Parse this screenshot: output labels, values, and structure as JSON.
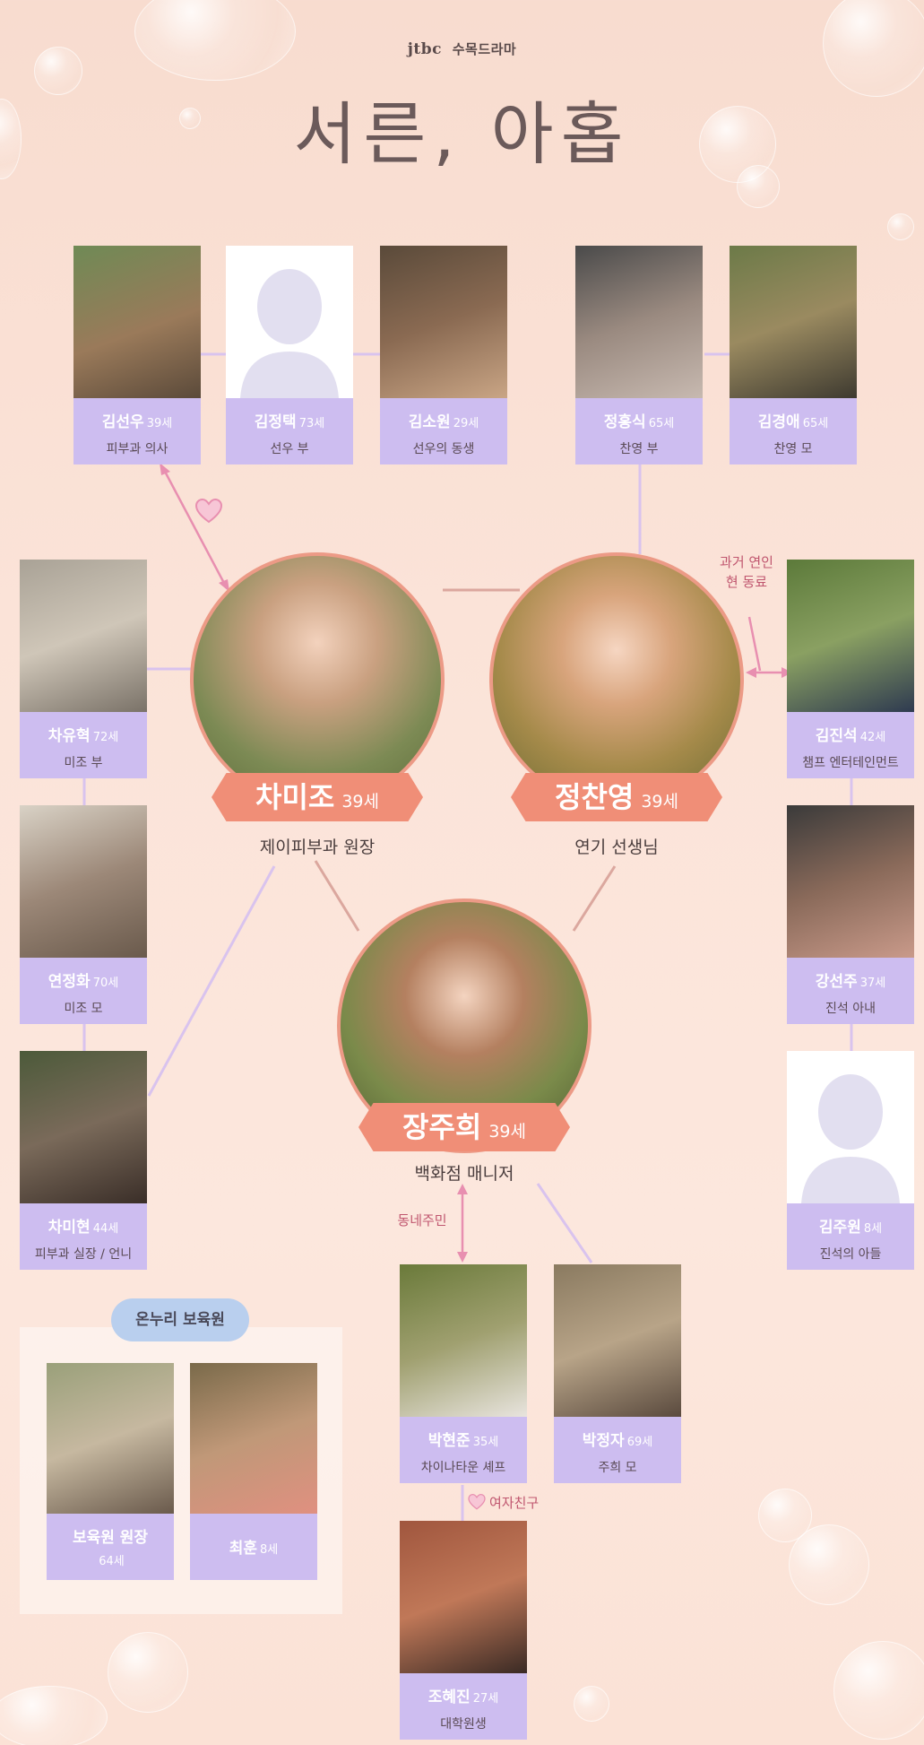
{
  "header": {
    "brand": "jtbc",
    "slot": "수목드라마",
    "title": "서른, 아홉"
  },
  "main_characters": [
    {
      "id": "chamijo",
      "name": "차미조",
      "age": "39세",
      "role": "제이피부과 원장"
    },
    {
      "id": "jeongchanyeong",
      "name": "정찬영",
      "age": "39세",
      "role": "연기 선생님"
    },
    {
      "id": "jangjuhui",
      "name": "장주희",
      "age": "39세",
      "role": "백화점 매니저"
    }
  ],
  "characters": [
    {
      "id": "kimseonu",
      "name": "김선우",
      "age": "39세",
      "role": "피부과 의사",
      "placeholder": false
    },
    {
      "id": "kimjeongtaek",
      "name": "김정택",
      "age": "73세",
      "role": "선우 부",
      "placeholder": true
    },
    {
      "id": "kimsowon",
      "name": "김소원",
      "age": "29세",
      "role": "선우의 동생",
      "placeholder": false
    },
    {
      "id": "jeonghongsik",
      "name": "정홍식",
      "age": "65세",
      "role": "찬영 부",
      "placeholder": false
    },
    {
      "id": "kimgyeongae",
      "name": "김경애",
      "age": "65세",
      "role": "찬영 모",
      "placeholder": false
    },
    {
      "id": "chayuhyeok",
      "name": "차유혁",
      "age": "72세",
      "role": "미조 부",
      "placeholder": false
    },
    {
      "id": "yeonjeonghwa",
      "name": "연정화",
      "age": "70세",
      "role": "미조 모",
      "placeholder": false
    },
    {
      "id": "chamihyeon",
      "name": "차미현",
      "age": "44세",
      "role": "피부과 실장 / 언니",
      "placeholder": false
    },
    {
      "id": "kimjinseok",
      "name": "김진석",
      "age": "42세",
      "role": "챔프 엔터테인먼트",
      "placeholder": false
    },
    {
      "id": "kangseonju",
      "name": "강선주",
      "age": "37세",
      "role": "진석 아내",
      "placeholder": false
    },
    {
      "id": "kimjuwon",
      "name": "김주원",
      "age": "8세",
      "role": "진석의 아들",
      "placeholder": true
    },
    {
      "id": "parkhyeonjun",
      "name": "박현준",
      "age": "35세",
      "role": "차이나타운 셰프",
      "placeholder": false
    },
    {
      "id": "parkjeongja",
      "name": "박정자",
      "age": "69세",
      "role": "주희 모",
      "placeholder": false
    },
    {
      "id": "johyejin",
      "name": "조혜진",
      "age": "27세",
      "role": "대학원생",
      "placeholder": false
    }
  ],
  "group": {
    "label": "온누리 보육원",
    "members": [
      {
        "id": "director",
        "name": "보육원 원장",
        "age": "64세"
      },
      {
        "id": "choehun",
        "name": "최훈",
        "age": "8세"
      }
    ]
  },
  "notes": {
    "past_lover_line1": "과거 연인",
    "past_lover_line2": "현 동료",
    "neighbor": "동네주민",
    "girlfriend": "여자친구"
  },
  "colors": {
    "card_label": "#cdbdf0",
    "banner": "#f08e77",
    "ring": "#ec9a86",
    "line": "#d9c3ee",
    "note": "#c0566f",
    "group_pill": "#b9cfee"
  }
}
